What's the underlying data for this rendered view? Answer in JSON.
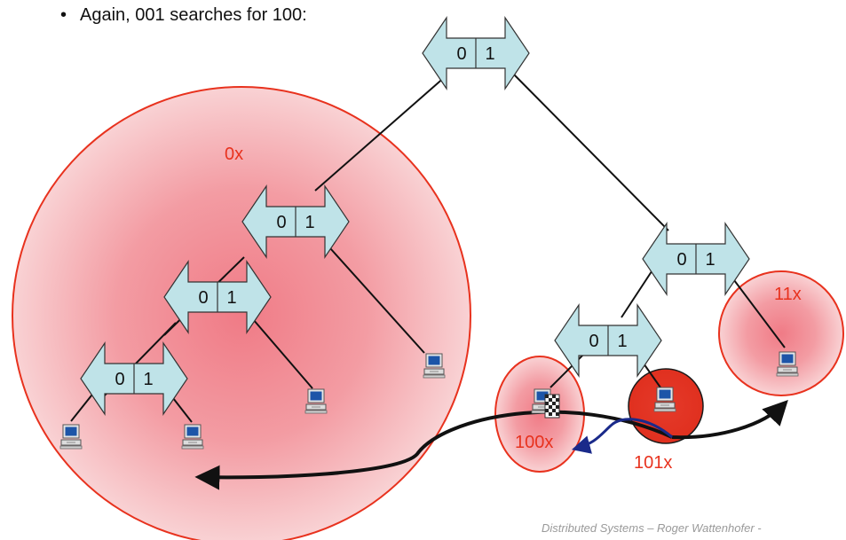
{
  "bullet": {
    "marker": "•",
    "text": "Again, 001 searches for 100:"
  },
  "footer": "Distributed Systems  –  Roger Wattenhofer  -",
  "node_labels": {
    "left": "0",
    "right": "1"
  },
  "region_labels": {
    "r0x": "0x",
    "r100x": "100x",
    "r101x": "101x",
    "r11x": "11x"
  },
  "colors": {
    "accent": "#e8321e",
    "node_fill": "#bfe3e8",
    "arrow_dark": "#111111",
    "arrow_blue": "#1a2a8a"
  },
  "icons": [
    "computer-icon",
    "checkered-flag-icon"
  ]
}
